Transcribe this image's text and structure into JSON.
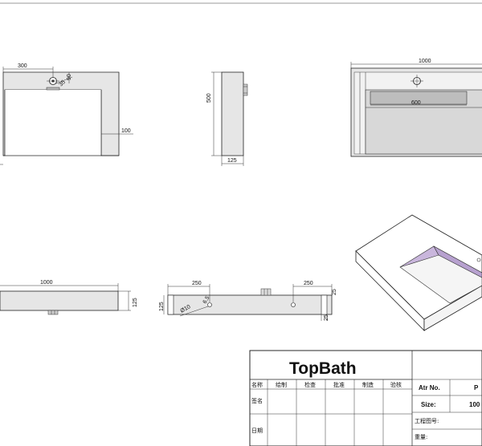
{
  "dimensions": {
    "front_width_part": "300",
    "front_hole_h": "90",
    "front_hole_d": "35",
    "front_wall": "100",
    "side_height": "500",
    "side_depth": "125",
    "top_width": "1000",
    "top_basin": "600",
    "low_length": "1000",
    "low_height": "125",
    "back_left": "250",
    "back_right": "250",
    "back_height": "125",
    "back_hole": "Ø10",
    "back_hole2": "6.5",
    "back_side": "25",
    "back_bottom": "25"
  },
  "title_block": {
    "brand": "TopBath",
    "row_labels": [
      "名称",
      "签名",
      "日期"
    ],
    "columns": [
      "绘制",
      "检查",
      "批准",
      "制造",
      "验核"
    ],
    "atr_label": "Atr No.",
    "atr_value": "P",
    "size_label": "Size:",
    "size_value": "100",
    "drawing_no_label": "工程图号:",
    "weight_label": "重量:"
  }
}
